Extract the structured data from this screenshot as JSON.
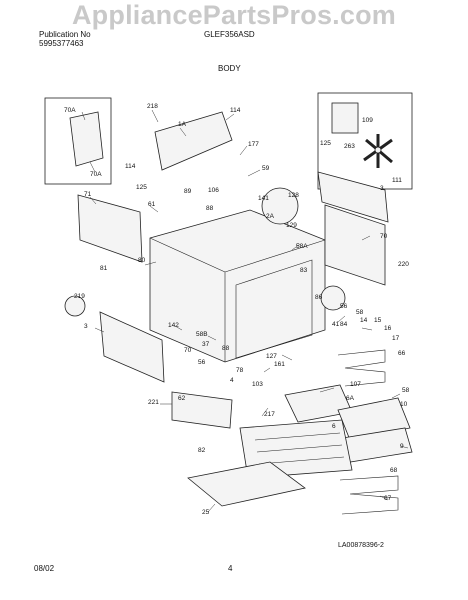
{
  "watermark": "AppliancePartsPros.com",
  "header": {
    "publication_line1": "Publication No",
    "publication_line2": "5995377463",
    "model": "GLEF356ASD",
    "section": "BODY"
  },
  "diagram_code": "LA00878396-2",
  "footer": {
    "date": "08/02",
    "page": "4"
  },
  "callouts": [
    "70A",
    "218",
    "114",
    "1A",
    "177",
    "59",
    "125",
    "109",
    "263",
    "111",
    "71",
    "125",
    "70A",
    "114",
    "89",
    "106",
    "141",
    "2A",
    "128",
    "129",
    "3",
    "61",
    "88",
    "80",
    "70",
    "220",
    "81",
    "219",
    "142",
    "58A",
    "83",
    "86",
    "56",
    "58",
    "84",
    "14",
    "15",
    "16",
    "17",
    "41",
    "58B",
    "37",
    "70",
    "56",
    "88",
    "78",
    "127",
    "161",
    "66",
    "107",
    "103",
    "6A",
    "58",
    "10",
    "221",
    "62",
    "217",
    "6",
    "82",
    "68",
    "9",
    "25",
    "67",
    "3",
    "4"
  ]
}
